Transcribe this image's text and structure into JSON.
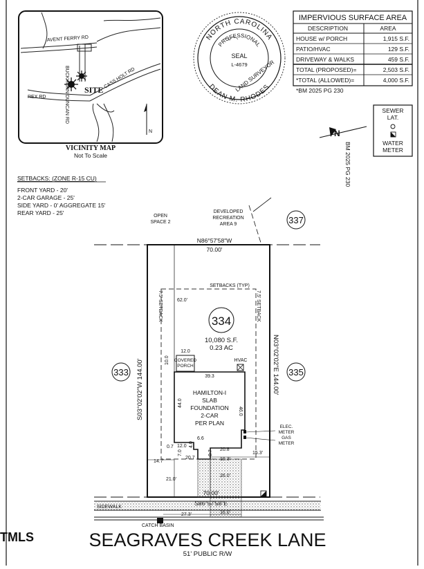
{
  "vicinity_map": {
    "title": "VICINITY MAP",
    "subtitle": "Not To Scale",
    "roads": [
      "AVENT FERRY RD",
      "BUCKHORN DUNCAN RD",
      "REX RD",
      "CASS HOLT RD"
    ],
    "site_label": "SITE",
    "north_label": "N"
  },
  "seal": {
    "outer_top": "NORTH CAROLINA",
    "inner": "PROFESSIONAL",
    "word": "SEAL",
    "number": "L-4679",
    "ring_bottom": "LAND SURVEYOR",
    "name": "DEAN M. RHODES"
  },
  "impervious_table": {
    "title": "IMPERVIOUS SURFACE AREA",
    "headers": [
      "DESCRIPTION",
      "AREA"
    ],
    "rows": [
      {
        "desc": "HOUSE w/ PORCH",
        "area": "1,915 S.F."
      },
      {
        "desc": "PATIO/HVAC",
        "area": "129 S.F."
      },
      {
        "desc": "DRIVEWAY & WALKS",
        "area": "459 S.F."
      },
      {
        "desc": "TOTAL (PROPOSED)=",
        "area": "2,503 S.F."
      },
      {
        "desc": "*TOTAL (ALLOWED)=",
        "area": "4,000 S.F."
      }
    ],
    "footnote": "*BM 2025 PG 230"
  },
  "legend": {
    "sewer": "SEWER",
    "lat": "LAT.",
    "water": "WATER",
    "meter": "METER"
  },
  "north_arrow": {
    "label": "N",
    "bm_note": "BM 2025 PG 230"
  },
  "setbacks": {
    "title": "SETBACKS: (ZONE R-15 CU)",
    "items": [
      "FRONT YARD - 20'",
      "2-CAR GARAGE - 25'",
      "SIDE YARD - 0' AGGREGATE 15'",
      "REAR YARD - 25'"
    ]
  },
  "site_plan": {
    "open_space": [
      "OPEN",
      "SPACE 2"
    ],
    "recreation": [
      "DEVELOPED",
      "RECREATION",
      "AREA 9"
    ],
    "lot_337": "337",
    "lot_333": "333",
    "lot_335": "335",
    "lot_334": "334",
    "rear_bearing": "N86°57'58\"W",
    "rear_dist": "70.00'",
    "front_bearing": "S86°57'58\"E",
    "front_dist": "70.00'",
    "left_bearing": "S03°02'02\"W  144.00'",
    "right_bearing": "N03°02'02\"E  144.00'",
    "setbacks_typ": "SETBACKS (TYP)",
    "setback_left": "7.5' SETBACK",
    "setback_right": "7.5' SETBACK",
    "dim_62": "62.0'",
    "lot_area_sf": "10,080 S.F.",
    "lot_area_ac": "0.23 AC",
    "porch_w": "12.0",
    "porch_h": "10.0",
    "porch_label": [
      "COVERED",
      "PORCH"
    ],
    "hvac": "HVAC",
    "house_w": "39.3",
    "house_label": [
      "HAMILTON-I",
      "SLAB",
      "FOUNDATION",
      "2-CAR",
      "PER PLAN"
    ],
    "dim_440": "44.0",
    "dim_460": "46.0",
    "dim_07": "0.7",
    "dim_120": "12.0",
    "dim_66": "6.6",
    "dim_70": "7.0",
    "dim_40": "4.0",
    "dim_207": "20.7",
    "dim_07b": "0.7",
    "dim_208": "20.8",
    "dim_147": "14.7'",
    "dim_193": "19.3'",
    "dim_153": "15.3'",
    "dim_260": "26.0'",
    "dim_210": "21.0'",
    "elec": [
      "ELEC.",
      "METER"
    ],
    "gas": [
      "GAS",
      "METER"
    ],
    "sidewalk": "SIDEWALK",
    "dim_160": "16.0'",
    "dim_273": "27.3'",
    "catch_basin": "CATCH BASIN",
    "street": "SEAGRAVES CREEK LANE",
    "row": "51' PUBLIC R/W"
  },
  "watermark": "TMLS"
}
